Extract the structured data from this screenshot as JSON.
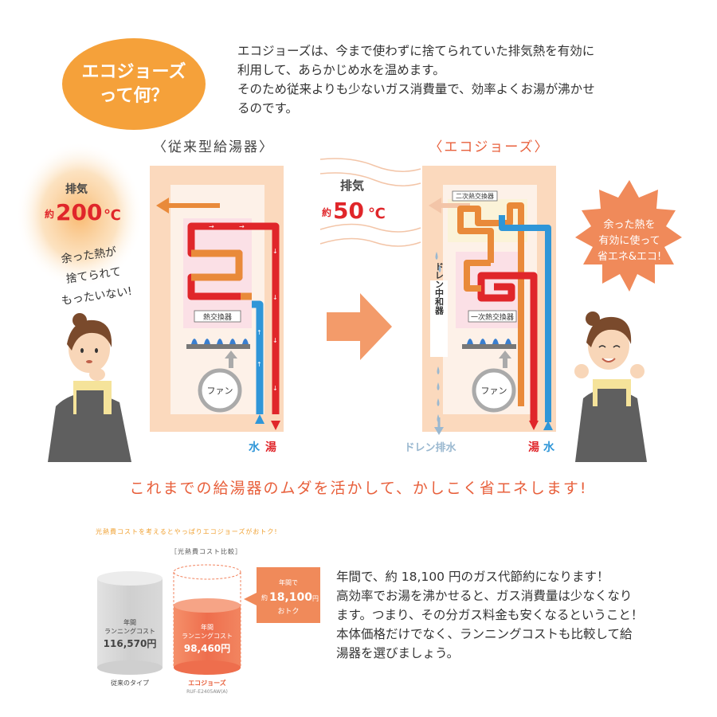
{
  "intro": {
    "bubble_line1": "エコジョーズ",
    "bubble_line2": "って何？",
    "paragraph_lines": [
      "エコジョーズは、今まで使わずに捨てられていた排気熱を有効に",
      "利用して、あらかじめ水を温めます。",
      "そのため従来よりも少ないガス消費量で、効率よくお湯が沸かせ",
      "るのです。"
    ]
  },
  "conventional": {
    "title": "〈従来型給湯器〉",
    "exhaust_label": "排気",
    "exhaust_prefix": "約",
    "exhaust_value": "200",
    "exhaust_unit": "℃",
    "heat_exchanger": "熱交換器",
    "fan": "ファン",
    "water_label": "水",
    "hot_label": "湯",
    "thought_lines": [
      "余った熱が",
      "捨てられて",
      "もったいない!"
    ]
  },
  "ecojozu": {
    "title": "〈エコジョーズ〉",
    "exhaust_label": "排気",
    "exhaust_prefix": "約",
    "exhaust_value": "50",
    "exhaust_unit": "℃",
    "secondary_exchanger": "二次熱交換器",
    "primary_exchanger": "一次熱交換器",
    "drain_neutralizer": "ドレン中和器",
    "fan": "ファン",
    "drain_label": "ドレン排水",
    "hot_label": "湯",
    "water_label": "水",
    "badge_lines": [
      "余った熱を",
      "有効に使って",
      "省エネ&エコ!"
    ]
  },
  "tagline": "これまでの給湯器のムダを活かして、かしこく省エネします!",
  "cost": {
    "headline": "光熱費コストを考えるとやっぱりエコジョーズがおトク!",
    "subhead": "［光熱費コスト比較］",
    "conventional": {
      "line1": "年間",
      "line2": "ランニングコスト",
      "value": "116,570円",
      "caption": "従来のタイプ"
    },
    "ecojozu": {
      "line1": "年間",
      "line2": "ランニングコスト",
      "value": "98,460円",
      "caption": "エコジョーズ",
      "model": "RUF-E2405AW(A)"
    },
    "savings": {
      "line1": "年間で",
      "prefix": "約",
      "value": "18,100",
      "unit": "円",
      "line3": "おトク"
    },
    "text_lines": [
      "年間で、約 18,100 円のガス代節約になります！",
      "高効率でお湯を沸かせると、ガス消費量は少なくなり",
      "ます。つまり、その分ガス料金も安くなるということ！",
      "本体価格だけでなく、ランニングコストも比較して給",
      "湯器を選びましょう。"
    ]
  },
  "colors": {
    "orange": "#f5a13a",
    "red": "#e0262a",
    "blue": "#2f96d8",
    "pipe_orange": "#e98a3a",
    "tagline": "#e8603c",
    "body_frame": "#fbd9bd",
    "inner_panel": "#fdf1e8",
    "pink_zone": "#fbe0e6",
    "eco_cylinder": "#f07a5a",
    "gray_cylinder": "#d4d4d4"
  }
}
